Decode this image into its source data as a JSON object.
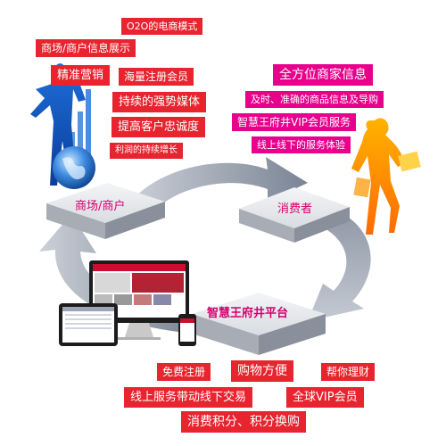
{
  "merchant_tags": [
    "O2O的电商模式",
    "商场/商户信息展示",
    "精准营销",
    "海量注册会员",
    "持续的强势媒体",
    "提高客户忠诚度",
    "利润的持续增长"
  ],
  "consumer_tags": [
    "全方位商家信息",
    "及时、准确的商品信息及导购",
    "智慧王府井VIP会员服务",
    "线上线下的服务体验"
  ],
  "platform_tags": [
    "免费注册",
    "购物方便",
    "帮你理财",
    "线上服务带动线下交易",
    "全球VIP会员",
    "消费积分、积分换购"
  ],
  "nodes": {
    "merchant": "商场/商户",
    "consumer": "消费者",
    "platform": "智慧王府井平台"
  },
  "colors": {
    "red": "#e8242f",
    "pink": "#e8008c",
    "label_pink": "#d6006e"
  }
}
